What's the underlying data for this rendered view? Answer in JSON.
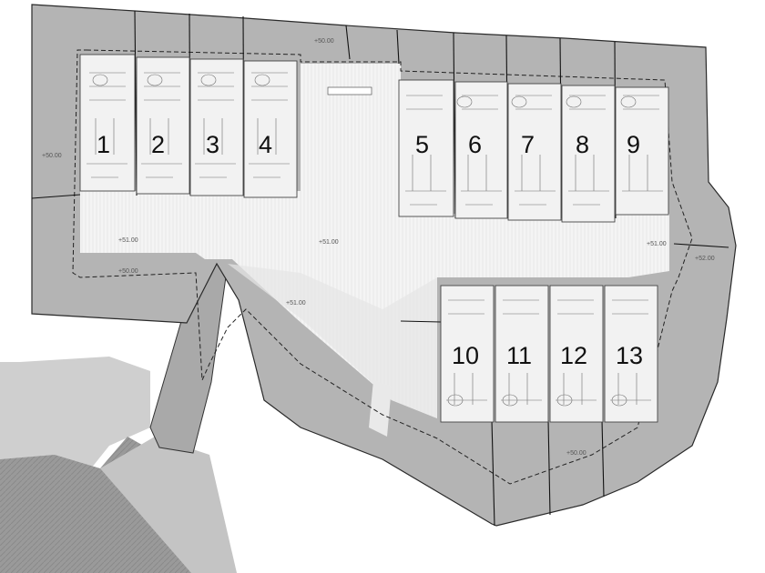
{
  "plan": {
    "units": [
      {
        "label": "1"
      },
      {
        "label": "2"
      },
      {
        "label": "3"
      },
      {
        "label": "4"
      },
      {
        "label": "5"
      },
      {
        "label": "6"
      },
      {
        "label": "7"
      },
      {
        "label": "8"
      },
      {
        "label": "9"
      },
      {
        "label": "10"
      },
      {
        "label": "11"
      },
      {
        "label": "12"
      },
      {
        "label": "13"
      }
    ],
    "elevations": [
      {
        "text": "+50.00"
      },
      {
        "text": "+50.00"
      },
      {
        "text": "+51.00"
      },
      {
        "text": "+50.00"
      },
      {
        "text": "+51.00"
      },
      {
        "text": "+51.00"
      },
      {
        "text": "+51.00"
      },
      {
        "text": "+52.00"
      },
      {
        "text": "+50.00"
      }
    ]
  }
}
